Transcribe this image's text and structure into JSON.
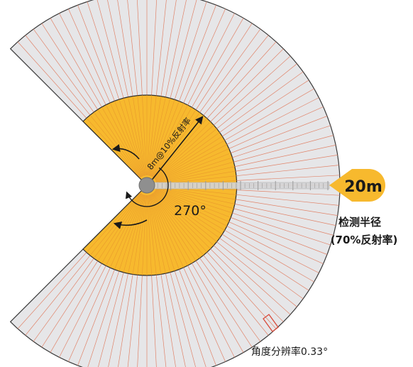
{
  "labels": {
    "inner_range": "8m@10%反射率",
    "scan_angle": "270°",
    "range_badge": "20m",
    "range_caption_line1": "检测半径",
    "range_caption_line2": "(70%反射率)",
    "angular_resolution": "角度分辨率0.33°"
  },
  "colors": {
    "outer_fill": "#e6e6e8",
    "outer_stroke": "#3a3a3a",
    "inner_fill": "#f7b92e",
    "inner_stroke": "#2b2b2b",
    "ray_outer": "#e0846a",
    "ray_inner": "#e99a2c",
    "badge": "#f7b92e",
    "ruler": "#9a9a9a",
    "sensor": "#8f8f8f"
  }
}
